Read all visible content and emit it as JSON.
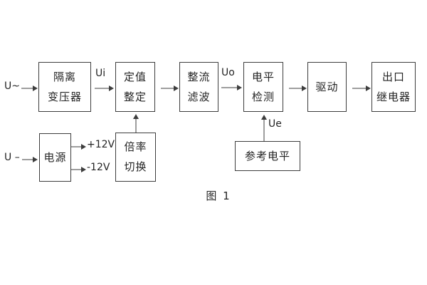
{
  "figure": {
    "caption": "图 1"
  },
  "blocks": {
    "isolation": {
      "lines": [
        "隔离",
        "变压器"
      ]
    },
    "setting": {
      "lines": [
        "定值",
        "整定"
      ]
    },
    "rectify": {
      "lines": [
        "整流",
        "滤波"
      ]
    },
    "level": {
      "lines": [
        "电平",
        "检测"
      ]
    },
    "drive": {
      "lines": [
        "驱动"
      ]
    },
    "relay": {
      "lines": [
        "出口",
        "继电器"
      ]
    },
    "power": {
      "lines": [
        "电源"
      ]
    },
    "ratio": {
      "lines": [
        "倍率",
        "切换"
      ]
    },
    "reference": {
      "lines": [
        "参考电平"
      ]
    }
  },
  "labels": {
    "input_ac": "U~",
    "input_dc": "U –",
    "ui": "Ui",
    "uo": "Uo",
    "ue": "Ue",
    "plus12v": "+12V",
    "minus12v": "-12V"
  },
  "connections": [
    {
      "from": "input_ac",
      "to": "isolation",
      "label": ""
    },
    {
      "from": "isolation",
      "to": "setting",
      "label": "Ui"
    },
    {
      "from": "setting",
      "to": "rectify",
      "label": ""
    },
    {
      "from": "rectify",
      "to": "level",
      "label": "Uo"
    },
    {
      "from": "level",
      "to": "drive",
      "label": ""
    },
    {
      "from": "drive",
      "to": "relay",
      "label": ""
    },
    {
      "from": "input_dc",
      "to": "power",
      "label": ""
    },
    {
      "from": "power",
      "to": "plus12v",
      "label": ""
    },
    {
      "from": "power",
      "to": "minus12v",
      "label": ""
    },
    {
      "from": "ratio",
      "to": "setting",
      "label": ""
    },
    {
      "from": "reference",
      "to": "level",
      "label": "Ue"
    }
  ],
  "colors": {
    "line": "#3d3d3d",
    "text": "#242424",
    "background": "#ffffff"
  }
}
